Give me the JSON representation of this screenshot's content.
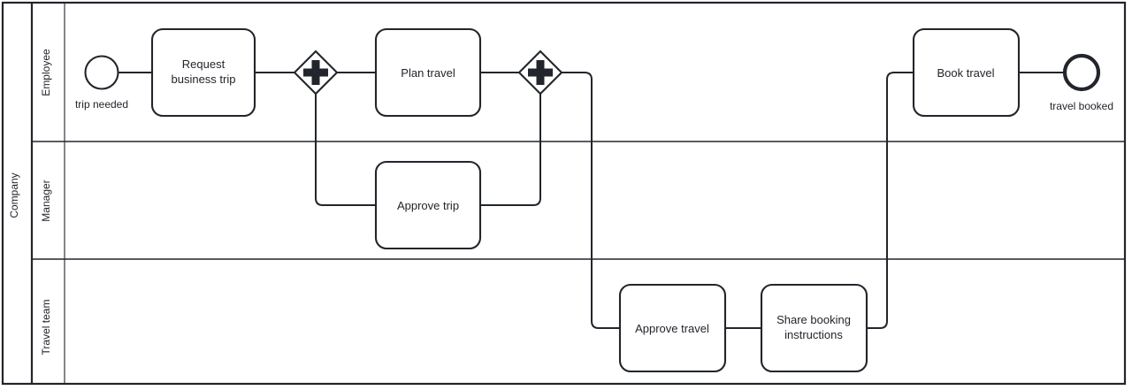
{
  "diagram": {
    "type": "bpmn-collaboration",
    "pool": {
      "name": "Company"
    },
    "lanes": [
      {
        "id": "employee",
        "label": "Employee"
      },
      {
        "id": "manager",
        "label": "Manager"
      },
      {
        "id": "travel-team",
        "label": "Travel team"
      }
    ],
    "events": [
      {
        "id": "start",
        "kind": "start-event",
        "label": "trip needed",
        "lane": "employee"
      },
      {
        "id": "end",
        "kind": "end-event",
        "label": "travel booked",
        "lane": "employee"
      }
    ],
    "gateways": [
      {
        "id": "split",
        "kind": "parallel-gateway",
        "symbol": "plus",
        "lane": "employee"
      },
      {
        "id": "join",
        "kind": "parallel-gateway",
        "symbol": "plus",
        "lane": "employee"
      }
    ],
    "tasks": [
      {
        "id": "request-business-trip",
        "label": "Request business trip",
        "lane": "employee"
      },
      {
        "id": "plan-travel",
        "label": "Plan travel",
        "lane": "employee"
      },
      {
        "id": "book-travel",
        "label": "Book travel",
        "lane": "employee"
      },
      {
        "id": "approve-trip",
        "label": "Approve trip",
        "lane": "manager"
      },
      {
        "id": "approve-travel",
        "label": "Approve travel",
        "lane": "travel-team"
      },
      {
        "id": "share-booking-instructions",
        "label": "Share booking instructions",
        "lane": "travel-team"
      }
    ],
    "labels": {
      "pool": "Company",
      "lane_employee": "Employee",
      "lane_manager": "Manager",
      "lane_travel_team": "Travel team",
      "task_request_business_trip_line1": "Request",
      "task_request_business_trip_line2": "business trip",
      "task_plan_travel": "Plan travel",
      "task_approve_trip": "Approve trip",
      "task_approve_travel": "Approve travel",
      "task_share_booking_line1": "Share booking",
      "task_share_booking_line2": "instructions",
      "task_book_travel": "Book travel",
      "event_start": "trip needed",
      "event_end": "travel booked"
    },
    "colors": {
      "stroke": "#22252b",
      "fill": "#ffffff",
      "lane_stroke": "#22252b",
      "text": "#22252b"
    }
  }
}
